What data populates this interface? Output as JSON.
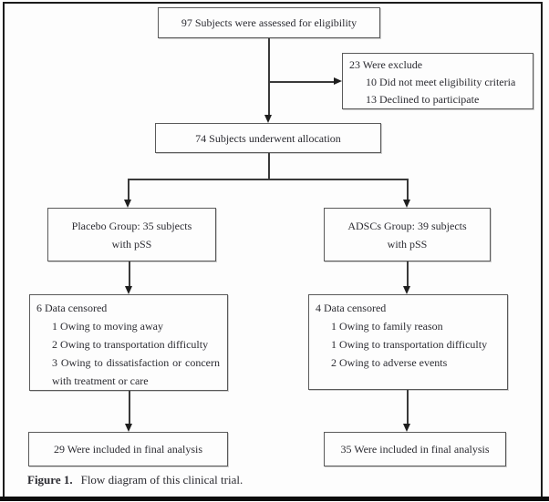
{
  "figure": {
    "caption_label": "Figure 1.",
    "caption_text": "Flow diagram of this clinical trial."
  },
  "colors": {
    "background": "#fdfdfd",
    "frame": "#1c1c1c",
    "box_border": "#5a5a5a",
    "connector_line": "#3a3a3a",
    "arrowhead": "#1e1e1e",
    "text": "#2b2b31"
  },
  "icons": {
    "arrow_down": "css-triangle-down",
    "arrow_right": "css-triangle-right"
  },
  "flow": {
    "assessed": {
      "text": "97 Subjects were assessed for eligibility"
    },
    "excluded": {
      "title": "23 Were exclude",
      "items": [
        "10 Did not meet eligibility criteria",
        "13 Declined to participate"
      ]
    },
    "allocation": {
      "text": "74 Subjects underwent allocation"
    },
    "placebo_group": {
      "line1": "Placebo Group: 35 subjects",
      "line2": "with pSS"
    },
    "adscs_group": {
      "line1": "ADSCs Group: 39 subjects",
      "line2": "with pSS"
    },
    "placebo_censored": {
      "title": "6 Data censored",
      "items": [
        "1 Owing to moving away",
        "2 Owing to transportation difficulty",
        "3 Owing to dissatisfaction or concern with treatment or care"
      ]
    },
    "adscs_censored": {
      "title": "4 Data censored",
      "items": [
        "1 Owing to family reason",
        "1 Owing to transportation difficulty",
        "2 Owing to adverse events"
      ]
    },
    "placebo_final": {
      "text": "29 Were included in final analysis"
    },
    "adscs_final": {
      "text": "35 Were included in final analysis"
    }
  }
}
